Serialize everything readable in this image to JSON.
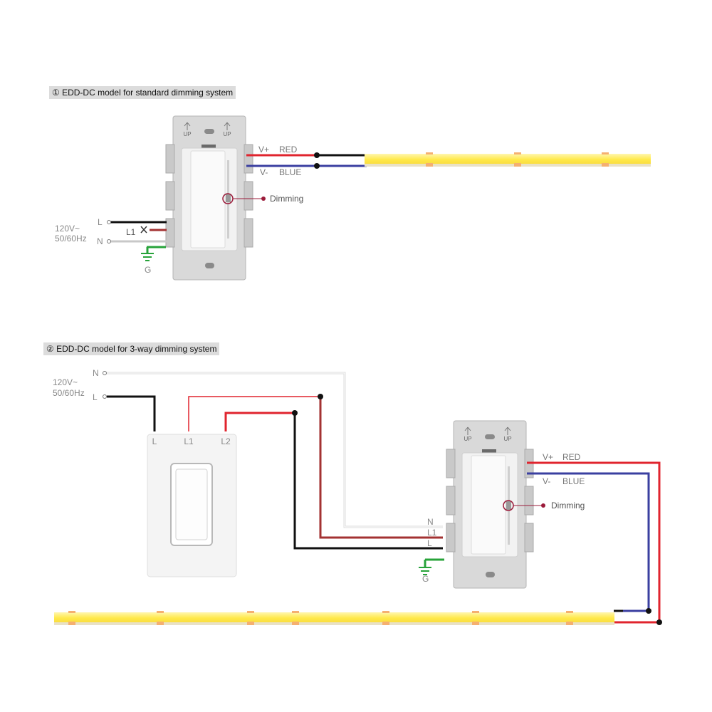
{
  "sections": [
    {
      "title": "① EDD-DC model for standard dimming system",
      "supply": {
        "voltage": "120V~",
        "frequency": "50/60Hz",
        "line": "L",
        "neutral": "N",
        "ground": "G"
      },
      "dimmer": {
        "up_left": "UP",
        "up_right": "UP",
        "load_terminal": "L1",
        "dimming_label": "Dimming"
      },
      "outputs": [
        {
          "polarity": "V+",
          "color_name": "RED"
        },
        {
          "polarity": "V-",
          "color_name": "BLUE"
        }
      ]
    },
    {
      "title": "② EDD-DC model for 3-way dimming system",
      "supply": {
        "voltage": "120V~",
        "frequency": "50/60Hz",
        "line": "L",
        "neutral": "N",
        "ground": "G"
      },
      "switch_terminals": [
        "L",
        "L1",
        "L2"
      ],
      "dimmer": {
        "up_left": "UP",
        "up_right": "UP",
        "terminals": [
          "N",
          "L1",
          "L"
        ],
        "dimming_label": "Dimming"
      },
      "outputs": [
        {
          "polarity": "V+",
          "color_name": "RED"
        },
        {
          "polarity": "V-",
          "color_name": "BLUE"
        }
      ]
    }
  ],
  "colors": {
    "red_wire": "#e0242e",
    "blue_wire": "#3a3fa0",
    "black_wire": "#111111",
    "ground_wire": "#27a33a",
    "brown_wire": "#a33232",
    "neutral_wire": "#c8c8c8",
    "strip_yellow": "#ffe94a",
    "strip_led": "#f5b070",
    "plate": "#d9d9d9",
    "dimmer_body": "#f2f2f2",
    "dimming_marker": "#9b1b3a"
  }
}
